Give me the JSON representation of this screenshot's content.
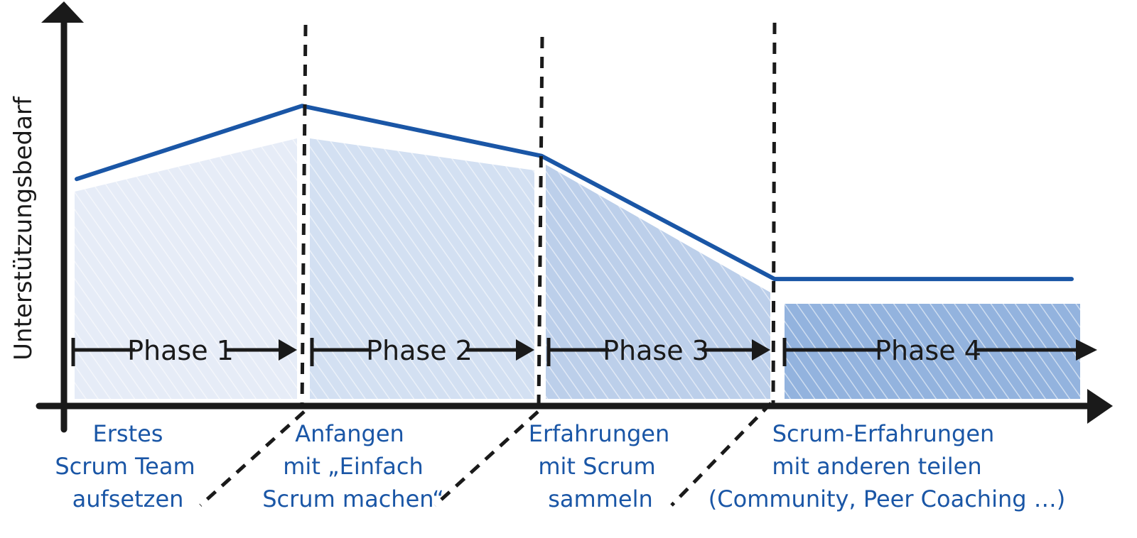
{
  "y_axis_label": "Unterstützungsbedarf",
  "colors": {
    "axis": "#1a1a1a",
    "curve": "#1a56a6",
    "text_blue": "#1a56a6",
    "phase_fills": [
      "#e6ecf7",
      "#d3e0f2",
      "#bccfea",
      "#93b3de"
    ],
    "hatch": "#ffffff"
  },
  "phases": [
    {
      "label": "Phase 1",
      "description": [
        "Erstes",
        "Scrum Team",
        "aufsetzen"
      ]
    },
    {
      "label": "Phase 2",
      "description": [
        "Anfangen",
        "mit „Einfach",
        "Scrum machen“"
      ]
    },
    {
      "label": "Phase 3",
      "description": [
        "Erfahrungen",
        "mit Scrum",
        "sammeln"
      ]
    },
    {
      "label": "Phase 4",
      "description": [
        "Scrum-Erfahrungen",
        "mit anderen teilen",
        "(Community, Peer Coaching …)"
      ]
    }
  ],
  "support_level": [
    0.59,
    0.78,
    0.65,
    0.33,
    0.33
  ],
  "icons": {
    "axis_arrow": "arrow-head-icon",
    "phase_arrow": "arrow-right-icon"
  }
}
